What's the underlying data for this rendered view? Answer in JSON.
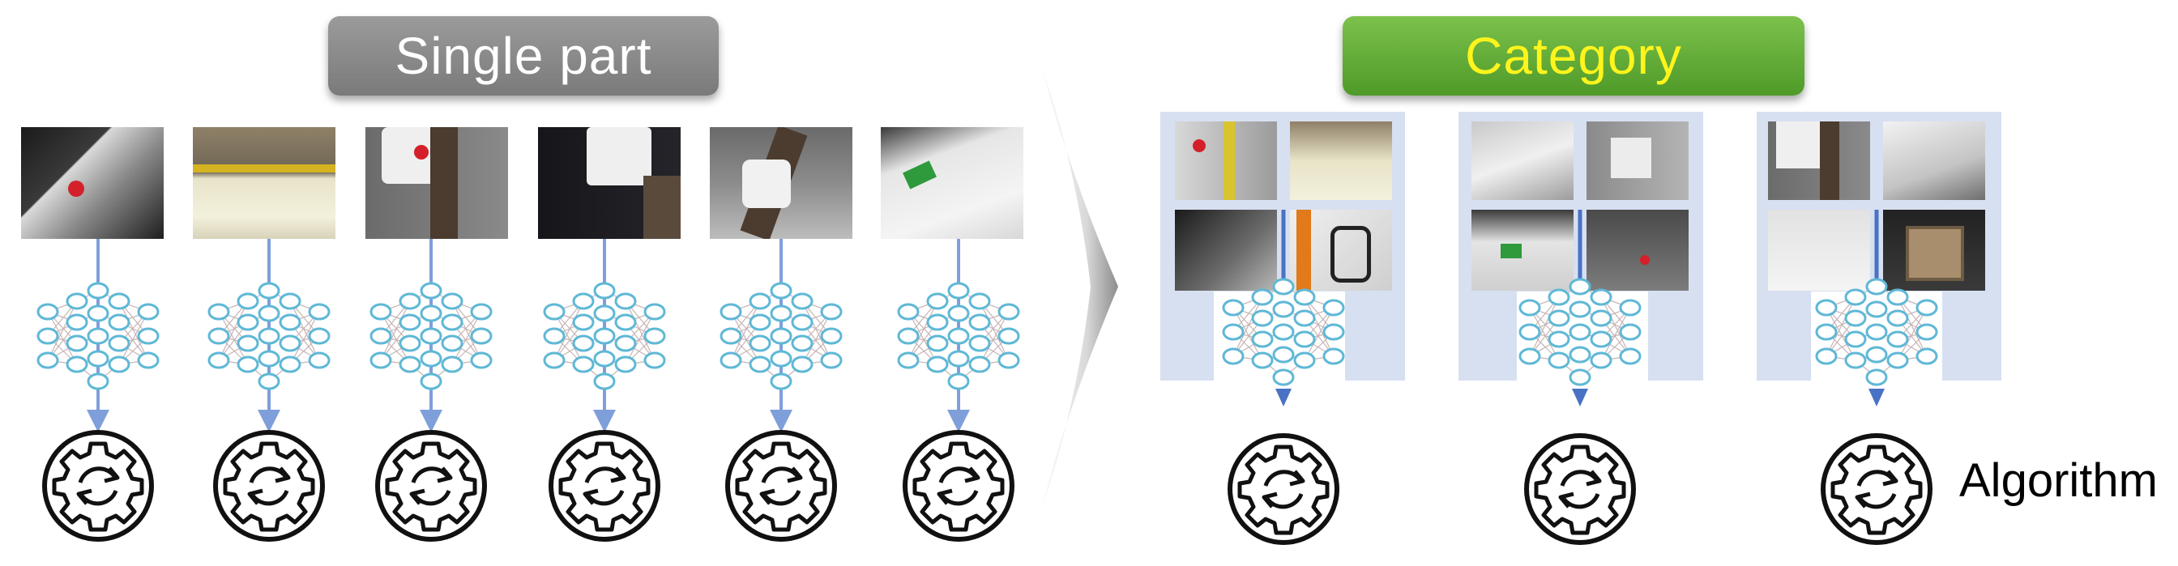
{
  "labels": {
    "single_part": "Single part",
    "category": "Category",
    "algorithm": "Algorithm"
  },
  "colors": {
    "single_label_bg": "#8a8a8a",
    "category_label_bg": "#66ad3a",
    "category_label_text": "#fff41c",
    "panel_bg": "#d7e0f1",
    "neuron_stroke": "#5fb8d6",
    "arrow": "#7f9fdb",
    "arrow_head_dark": "#4a72c4"
  },
  "icons": {
    "network": "neural-network-icon",
    "algorithm": "gear-sync-icon",
    "transition": "chevron-arrow-icon"
  }
}
